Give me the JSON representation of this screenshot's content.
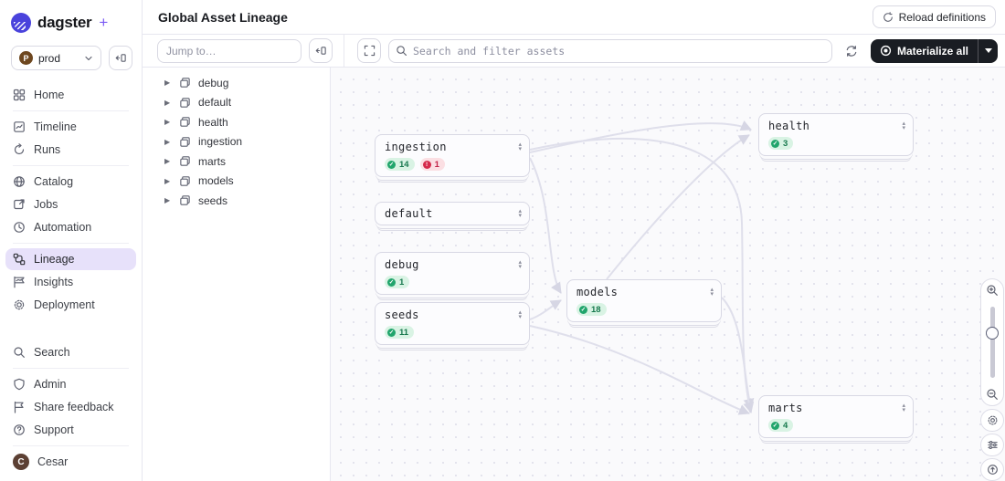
{
  "sidebar": {
    "logo_text": "dagster",
    "logo_plus": "+",
    "workspace": {
      "label": "prod",
      "initial": "P"
    },
    "nav": [
      {
        "label": "Home"
      },
      {
        "label": "Timeline"
      },
      {
        "label": "Runs"
      },
      {
        "label": "Catalog"
      },
      {
        "label": "Jobs"
      },
      {
        "label": "Automation"
      },
      {
        "label": "Lineage",
        "active": true
      },
      {
        "label": "Insights"
      },
      {
        "label": "Deployment"
      }
    ],
    "footer": [
      {
        "label": "Search"
      },
      {
        "label": "Admin"
      },
      {
        "label": "Share feedback"
      },
      {
        "label": "Support"
      }
    ],
    "user": {
      "name": "Cesar",
      "initial": "C"
    }
  },
  "header": {
    "title": "Global Asset Lineage",
    "reload_button": "Reload definitions"
  },
  "toolbar": {
    "jump_placeholder": "Jump to…",
    "search_placeholder": "Search and filter assets",
    "materialize_label": "Materialize all"
  },
  "tree": {
    "groups": [
      {
        "label": "debug"
      },
      {
        "label": "default"
      },
      {
        "label": "health"
      },
      {
        "label": "ingestion"
      },
      {
        "label": "marts"
      },
      {
        "label": "models"
      },
      {
        "label": "seeds"
      }
    ]
  },
  "graph": {
    "nodes": [
      {
        "id": "ingestion",
        "label": "ingestion",
        "materialized": "14",
        "failed": "1"
      },
      {
        "id": "default",
        "label": "default"
      },
      {
        "id": "debug",
        "label": "debug",
        "materialized": "1"
      },
      {
        "id": "seeds",
        "label": "seeds",
        "materialized": "11"
      },
      {
        "id": "models",
        "label": "models",
        "materialized": "18"
      },
      {
        "id": "health",
        "label": "health",
        "materialized": "3"
      },
      {
        "id": "marts",
        "label": "marts",
        "materialized": "4"
      }
    ]
  },
  "colors": {
    "accent_purple": "#7b5bf4",
    "logo_blue": "#4a43dc",
    "active_nav_bg": "#e7e1fa",
    "success_green": "#21a56c",
    "error_red": "#d5294a",
    "dark_button": "#1a1d23",
    "edge": "#dfdfeb"
  }
}
